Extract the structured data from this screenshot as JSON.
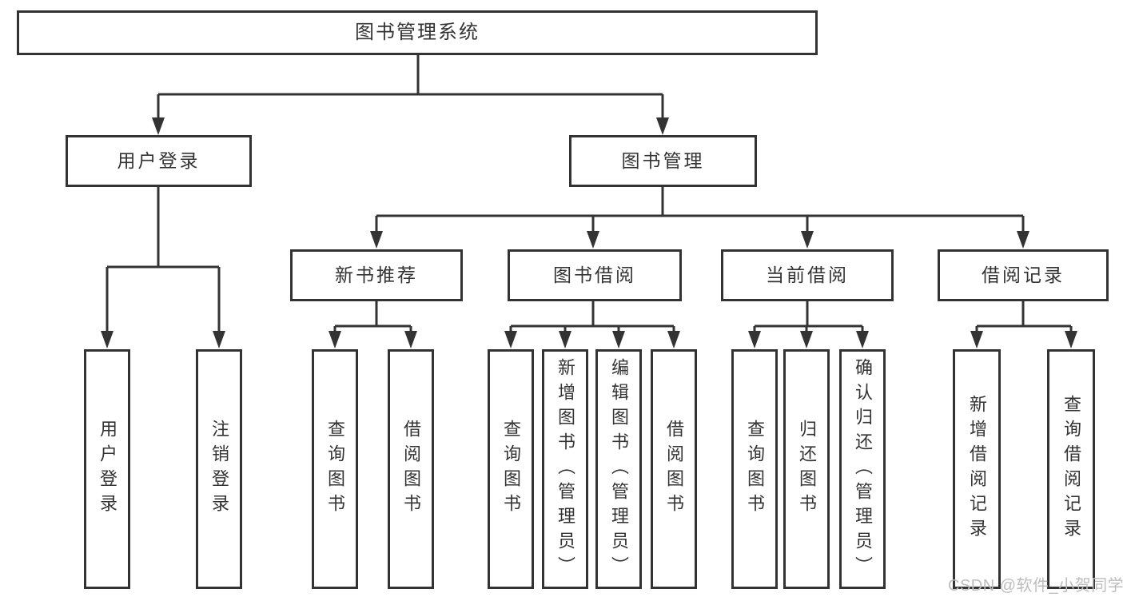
{
  "diagram": {
    "title": "图书管理系统",
    "branches": [
      {
        "label": "用户登录",
        "children": [
          "用户登录",
          "注销登录"
        ]
      },
      {
        "label": "图书管理",
        "groups": [
          {
            "label": "新书推荐",
            "children": [
              "查询图书",
              "借阅图书"
            ]
          },
          {
            "label": "图书借阅",
            "children": [
              "查询图书",
              "新增图书（管理员）",
              "编辑图书（管理员）",
              "借阅图书"
            ]
          },
          {
            "label": "当前借阅",
            "children": [
              "查询图书",
              "归还图书",
              "确认归还（管理员）"
            ]
          },
          {
            "label": "借阅记录",
            "children": [
              "新增借阅记录",
              "查询借阅记录"
            ]
          }
        ]
      }
    ],
    "colors": {
      "line": "#333333",
      "text": "#333333",
      "watermark": "#bdbdbd",
      "background": "#ffffff"
    },
    "watermark": "CSDN @软件_小贺同学"
  }
}
